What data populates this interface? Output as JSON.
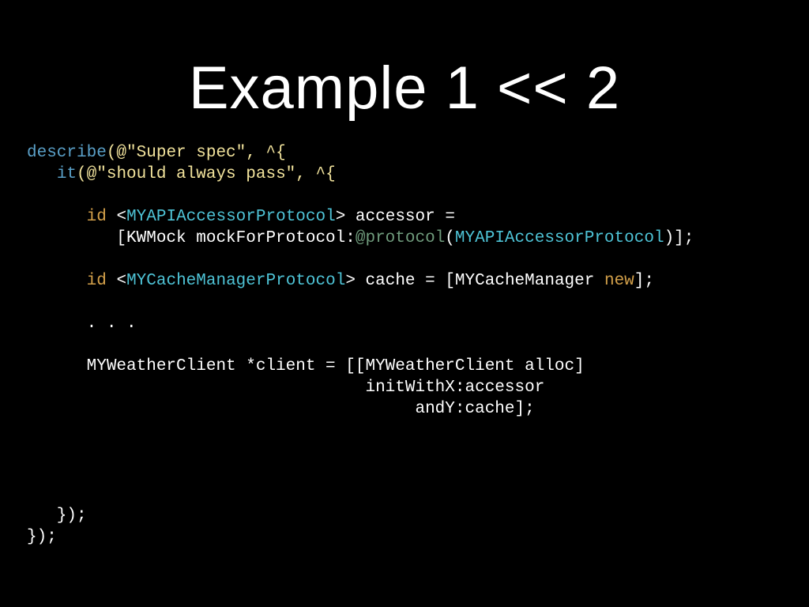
{
  "slide": {
    "title": "Example 1 << 2"
  },
  "colors": {
    "background": "#000000",
    "plain": "#ffffff",
    "function": "#5aa0c8",
    "string": "#f2e39c",
    "keyword": "#d3a04a",
    "type": "#4ec3d6",
    "directive": "#6f9b7c"
  },
  "code": {
    "lines": [
      {
        "tokens": [
          {
            "t": "describe",
            "k": "function"
          },
          {
            "t": "(@\"Super spec\", ^{",
            "k": "string"
          }
        ]
      },
      {
        "tokens": [
          {
            "t": "   "
          },
          {
            "t": "it",
            "k": "function"
          },
          {
            "t": "(@\"should always pass\", ^{",
            "k": "string"
          }
        ]
      },
      {
        "tokens": []
      },
      {
        "tokens": [
          {
            "t": "      "
          },
          {
            "t": "id",
            "k": "keyword"
          },
          {
            "t": " <"
          },
          {
            "t": "MYAPIAccessorProtocol",
            "k": "type"
          },
          {
            "t": "> accessor ="
          }
        ]
      },
      {
        "tokens": [
          {
            "t": "         [KWMock mockForProtocol:"
          },
          {
            "t": "@protocol",
            "k": "directive"
          },
          {
            "t": "("
          },
          {
            "t": "MYAPIAccessorProtocol",
            "k": "type"
          },
          {
            "t": ")];"
          }
        ]
      },
      {
        "tokens": []
      },
      {
        "tokens": [
          {
            "t": "      "
          },
          {
            "t": "id",
            "k": "keyword"
          },
          {
            "t": " <"
          },
          {
            "t": "MYCacheManagerProtocol",
            "k": "type"
          },
          {
            "t": "> cache = [MYCacheManager "
          },
          {
            "t": "new",
            "k": "keyword"
          },
          {
            "t": "];"
          }
        ]
      },
      {
        "tokens": []
      },
      {
        "tokens": [
          {
            "t": "      . . ."
          }
        ]
      },
      {
        "tokens": []
      },
      {
        "tokens": [
          {
            "t": "      MYWeatherClient *client = [[MYWeatherClient alloc]"
          }
        ]
      },
      {
        "tokens": [
          {
            "t": "                                  initWithX:accessor"
          }
        ]
      },
      {
        "tokens": [
          {
            "t": "                                       andY:cache];"
          }
        ]
      },
      {
        "tokens": []
      },
      {
        "tokens": []
      },
      {
        "tokens": []
      },
      {
        "tokens": []
      },
      {
        "tokens": [
          {
            "t": "   });"
          }
        ]
      },
      {
        "tokens": [
          {
            "t": "});"
          }
        ]
      }
    ]
  }
}
